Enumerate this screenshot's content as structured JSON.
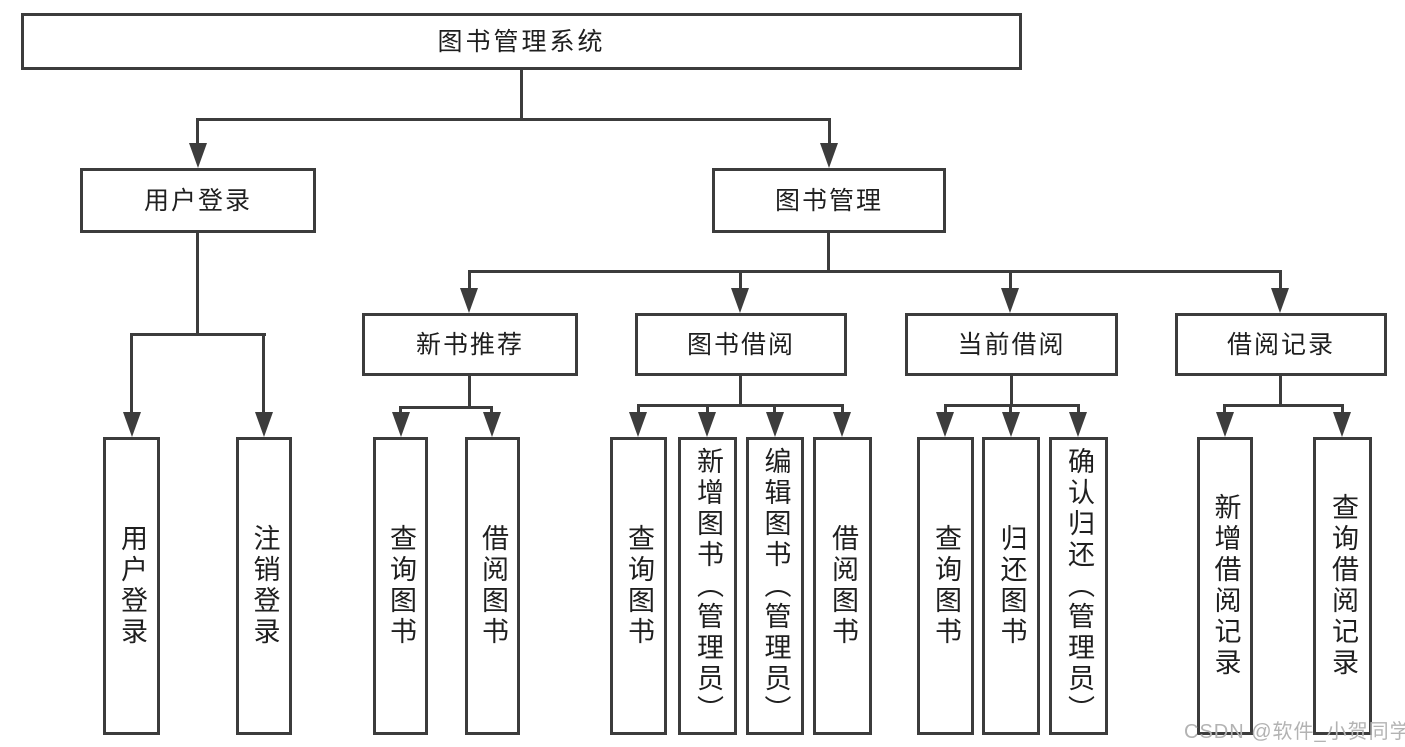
{
  "diagram": {
    "type": "hierarchy-tree",
    "root": {
      "label": "图书管理系统",
      "children": [
        {
          "label": "用户登录",
          "children": [
            {
              "label": "用户登录"
            },
            {
              "label": "注销登录"
            }
          ]
        },
        {
          "label": "图书管理",
          "children": [
            {
              "label": "新书推荐",
              "children": [
                {
                  "label": "查询图书"
                },
                {
                  "label": "借阅图书"
                }
              ]
            },
            {
              "label": "图书借阅",
              "children": [
                {
                  "label": "查询图书"
                },
                {
                  "label": "新增图书（管理员）"
                },
                {
                  "label": "编辑图书（管理员）"
                },
                {
                  "label": "借阅图书"
                }
              ]
            },
            {
              "label": "当前借阅",
              "children": [
                {
                  "label": "查询图书"
                },
                {
                  "label": "归还图书"
                },
                {
                  "label": "确认归还（管理员）"
                }
              ]
            },
            {
              "label": "借阅记录",
              "children": [
                {
                  "label": "新增借阅记录"
                },
                {
                  "label": "查询借阅记录"
                }
              ]
            }
          ]
        }
      ]
    }
  },
  "watermark": "CSDN @软件_小贺同学",
  "colors": {
    "line": "#3c3c3c",
    "text": "#1f1f1f",
    "watermark": "#b3b3b3",
    "background": "#ffffff"
  }
}
